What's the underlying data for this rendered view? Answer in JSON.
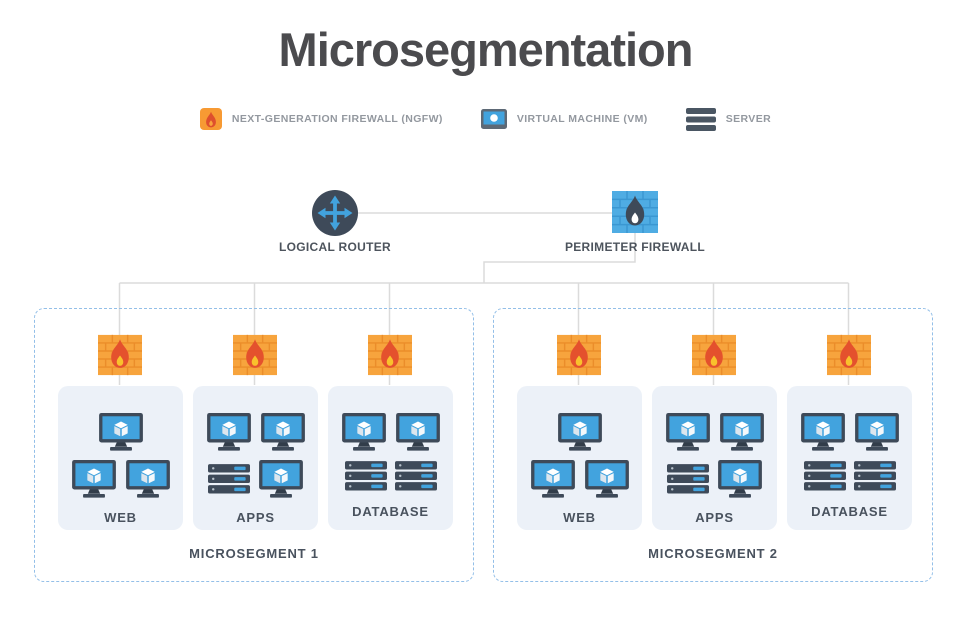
{
  "title": "Microsegmentation",
  "legend": {
    "items": [
      {
        "icon": "ngfw-icon",
        "label": "NEXT-GENERATION FIREWALL (NGFW)"
      },
      {
        "icon": "vm-icon",
        "label": "VIRTUAL MACHINE (VM)"
      },
      {
        "icon": "server-icon",
        "label": "SERVER"
      }
    ]
  },
  "nodes": {
    "logical_router": {
      "icon": "router-icon",
      "label": "LOGICAL ROUTER"
    },
    "perimeter_firewall": {
      "icon": "perimeter-firewall-icon",
      "label": "PERIMETER FIREWALL"
    }
  },
  "microsegments": [
    {
      "label": "MICROSEGMENT 1",
      "groups": [
        {
          "label": "WEB",
          "firewall": "ngfw-icon",
          "rows": [
            [
              "vm"
            ],
            [
              "vm",
              "vm"
            ]
          ]
        },
        {
          "label": "APPS",
          "firewall": "ngfw-icon",
          "rows": [
            [
              "vm",
              "vm"
            ],
            [
              "server",
              "vm"
            ]
          ]
        },
        {
          "label": "DATABASE",
          "firewall": "ngfw-icon",
          "rows": [
            [
              "vm",
              "vm"
            ],
            [
              "server",
              "server"
            ]
          ]
        }
      ]
    },
    {
      "label": "MICROSEGMENT 2",
      "groups": [
        {
          "label": "WEB",
          "firewall": "ngfw-icon",
          "rows": [
            [
              "vm"
            ],
            [
              "vm",
              "vm"
            ]
          ]
        },
        {
          "label": "APPS",
          "firewall": "ngfw-icon",
          "rows": [
            [
              "vm",
              "vm"
            ],
            [
              "server",
              "vm"
            ]
          ]
        },
        {
          "label": "DATABASE",
          "firewall": "ngfw-icon",
          "rows": [
            [
              "vm",
              "vm"
            ],
            [
              "server",
              "server"
            ]
          ]
        }
      ]
    }
  ],
  "colors": {
    "title_text": "#4b4b4e",
    "legend_text": "#93989f",
    "label_text": "#49525e",
    "ngfw_brick": "#f7a43d",
    "ngfw_mortar": "#eb8d2a",
    "flame_red": "#e4512d",
    "flame_yellow": "#f9c12c",
    "perimeter_brick": "#4face3",
    "perimeter_mortar": "#3b97d2",
    "navy": "#3e4a59",
    "vm_screen_blue": "#42a3de",
    "panel_bg": "#ecf1f8",
    "segment_border": "#93bfe8",
    "connector_line": "#dbdbdb"
  }
}
